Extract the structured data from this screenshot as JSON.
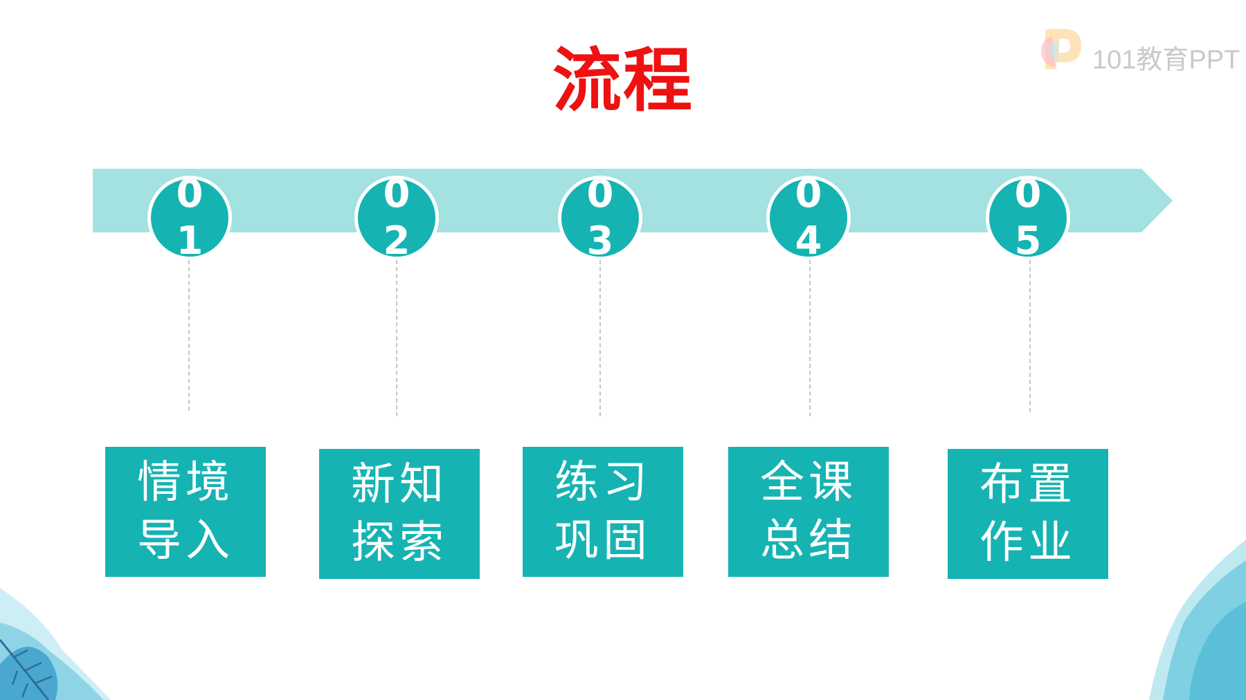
{
  "title": "流程",
  "logo": {
    "text": "101教育PPT"
  },
  "colors": {
    "accent": "#16b3b3",
    "band": "#a4e1e1",
    "title": "#ee1111"
  },
  "steps": [
    {
      "num_top": "0",
      "num_bottom": "1",
      "line1": "情境",
      "line2": "导入"
    },
    {
      "num_top": "0",
      "num_bottom": "2",
      "line1": "新知",
      "line2": "探索"
    },
    {
      "num_top": "0",
      "num_bottom": "3",
      "line1": "练习",
      "line2": "巩固"
    },
    {
      "num_top": "0",
      "num_bottom": "4",
      "line1": "全课",
      "line2": "总结"
    },
    {
      "num_top": "0",
      "num_bottom": "5",
      "line1": "布置",
      "line2": "作业"
    }
  ]
}
